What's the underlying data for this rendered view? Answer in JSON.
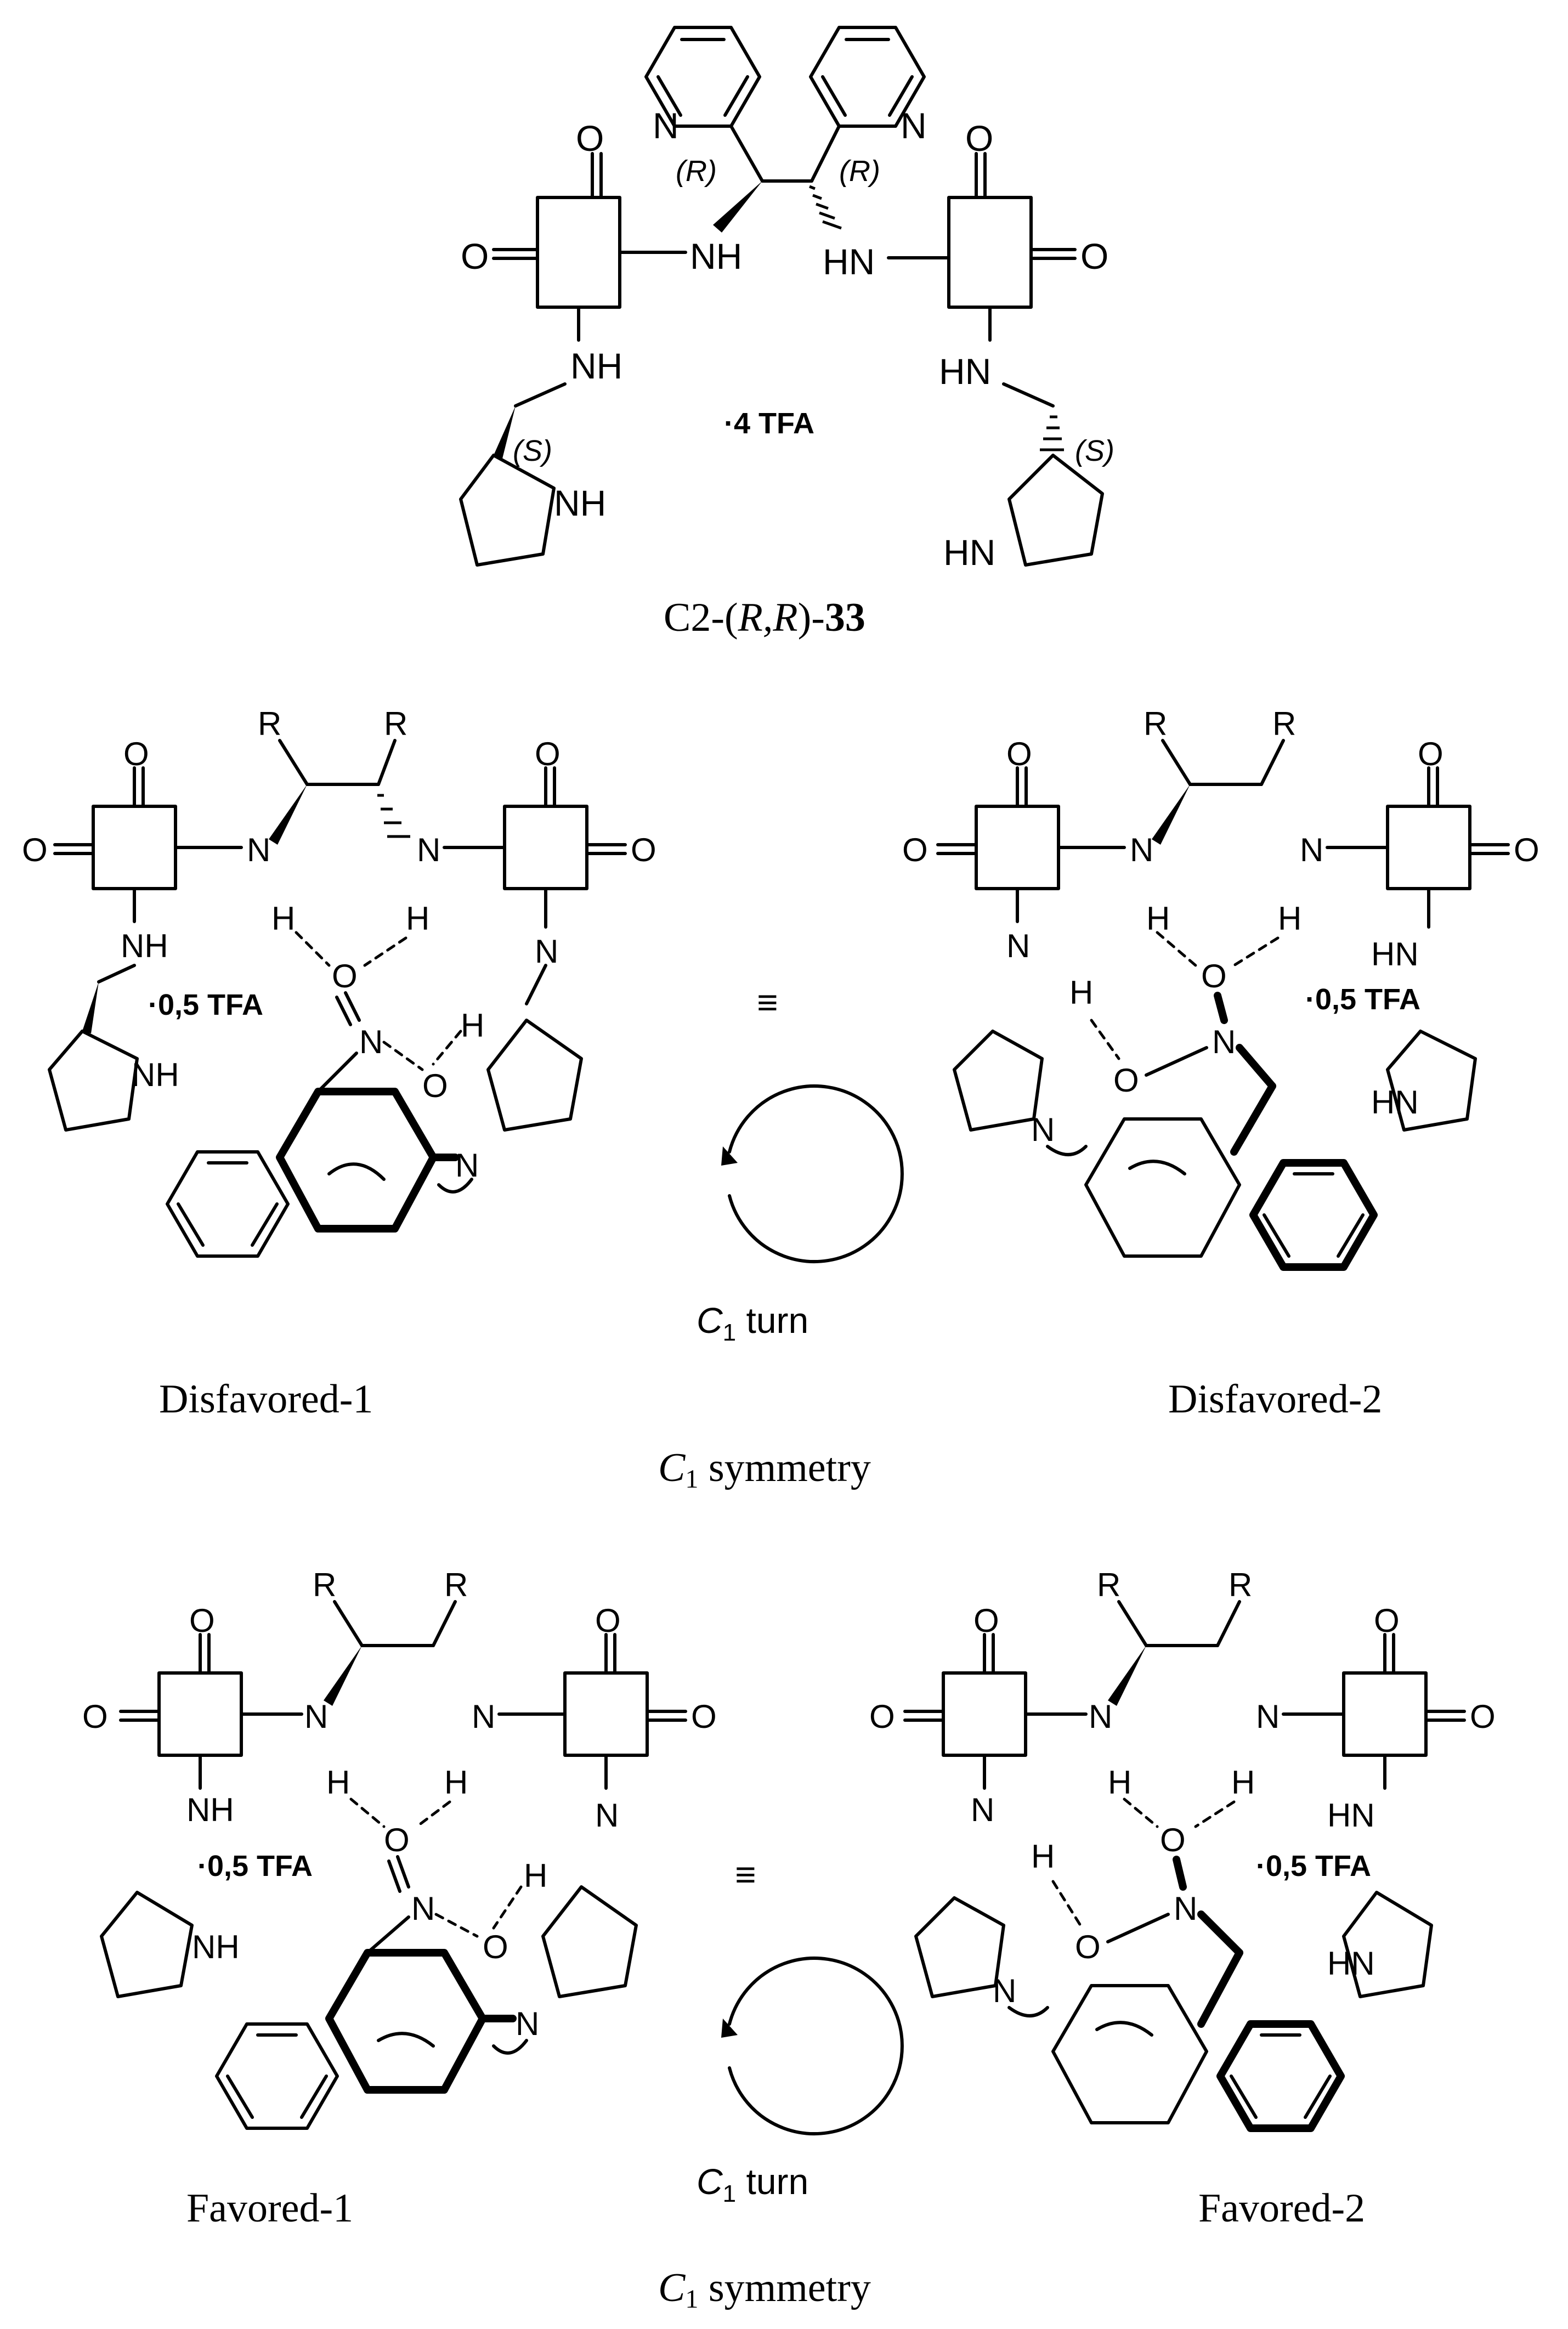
{
  "compound": {
    "atoms": {
      "N": "N",
      "O": "O",
      "NH": "NH",
      "HN": "HN",
      "H": "H",
      "R": "R"
    },
    "stereo": {
      "R": "(R)",
      "S": "(S)"
    },
    "salt_top": "·4 TFA",
    "label_prefix": "C2-(",
    "label_config": "R,R",
    "label_suffix": ")-",
    "label_number": "33"
  },
  "schemes": [
    {
      "salt": "·0,5 TFA",
      "left_label": "Disfavored-1",
      "right_label": "Disfavored-2",
      "equiv": "≡",
      "turn_italic": "C",
      "turn_sub": "1",
      "turn_text": " turn",
      "symmetry_italic": "C",
      "symmetry_sub": "1",
      "symmetry_text": " symmetry"
    },
    {
      "salt": "·0,5 TFA",
      "left_label": "Favored-1",
      "right_label": "Favored-2",
      "equiv": "≡",
      "turn_italic": "C",
      "turn_sub": "1",
      "turn_text": " turn",
      "symmetry_italic": "C",
      "symmetry_sub": "1",
      "symmetry_text": " symmetry"
    }
  ]
}
